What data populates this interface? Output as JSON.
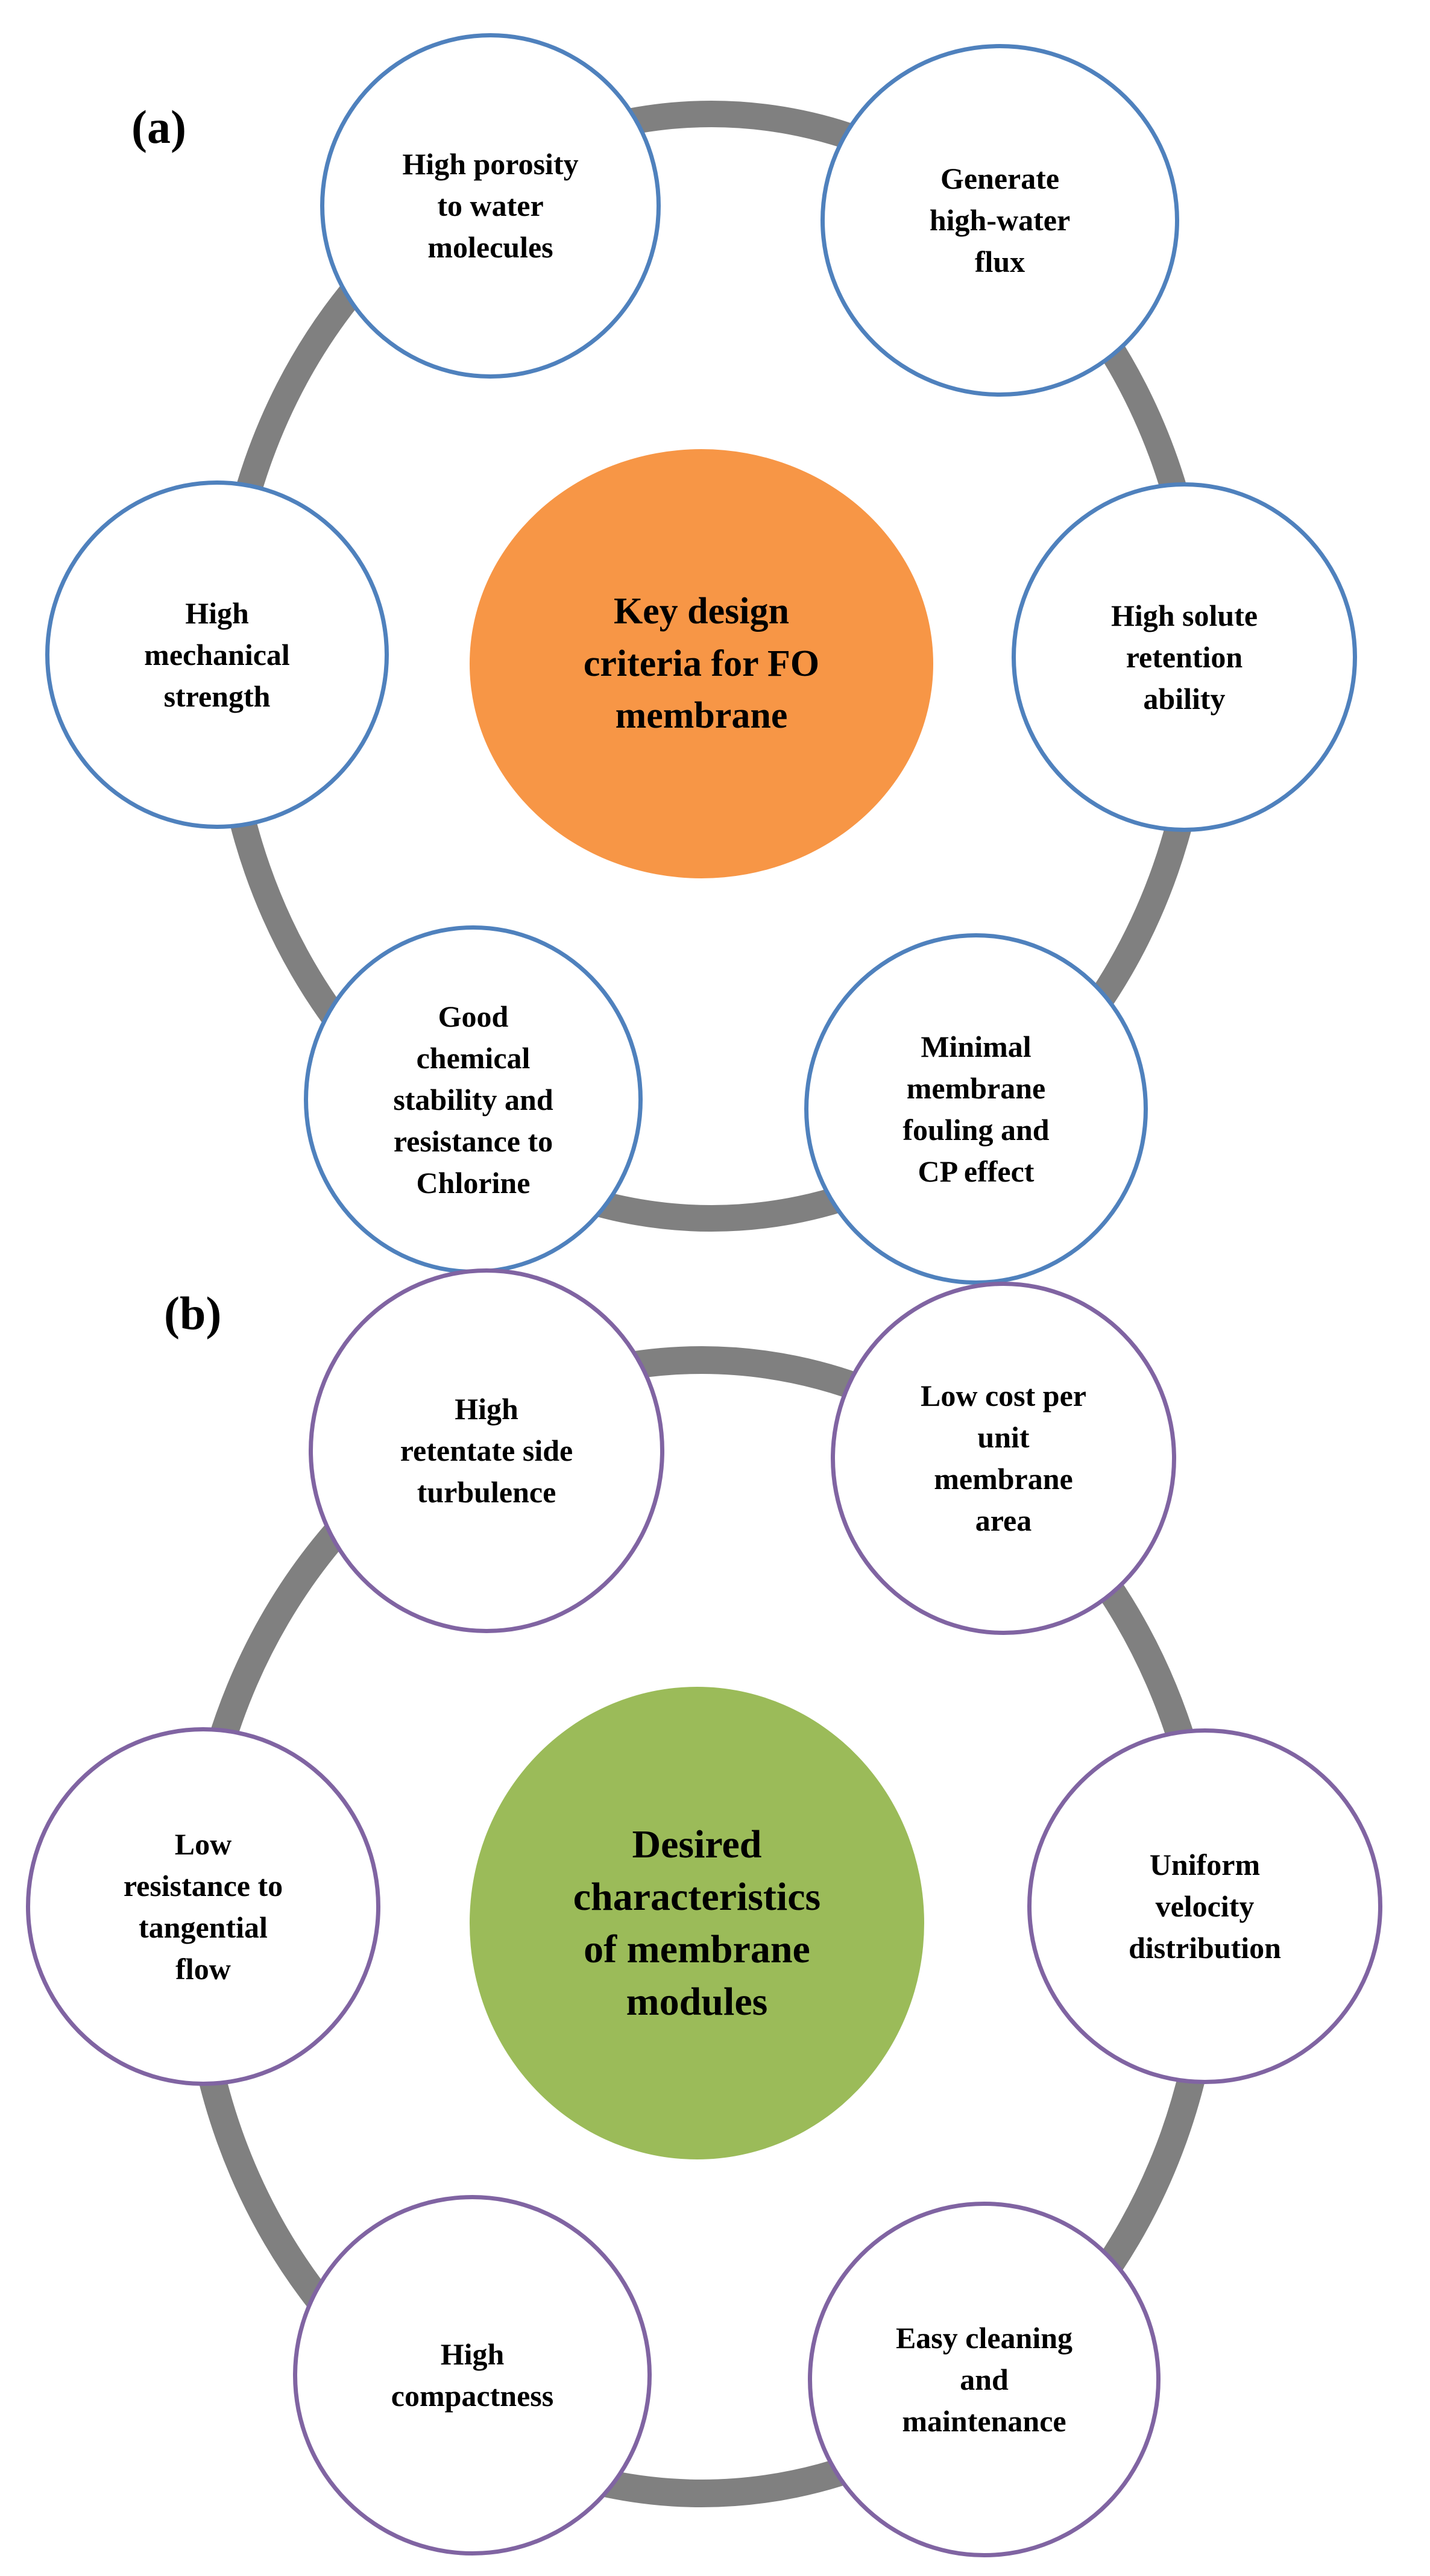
{
  "colors": {
    "ring": "#808080",
    "panel_a_node_border": "#4f81bd",
    "panel_b_node_border": "#8064a2",
    "panel_a_hub_fill": "#f79646",
    "panel_b_hub_fill": "#9bbb59"
  },
  "panel_a": {
    "label": "(a)",
    "hub": "Key design\ncriteria for FO\nmembrane",
    "nodes": [
      "High porosity\nto water\nmolecules",
      "Generate\nhigh-water\nflux",
      "High solute\nretention\nability",
      "Minimal\nmembrane\nfouling and\nCP effect",
      "Good\nchemical\nstability and\nresistance to\nChlorine",
      "High\nmechanical\nstrength"
    ]
  },
  "panel_b": {
    "label": "(b)",
    "hub": "Desired\ncharacteristics\nof membrane\nmodules",
    "nodes": [
      "High\nretentate side\nturbulence",
      "Low cost per\nunit\nmembrane\narea",
      "Uniform\nvelocity\ndistribution",
      "Easy cleaning\nand\nmaintenance",
      "High\ncompactness",
      "Low\nresistance to\ntangential\nflow"
    ]
  }
}
